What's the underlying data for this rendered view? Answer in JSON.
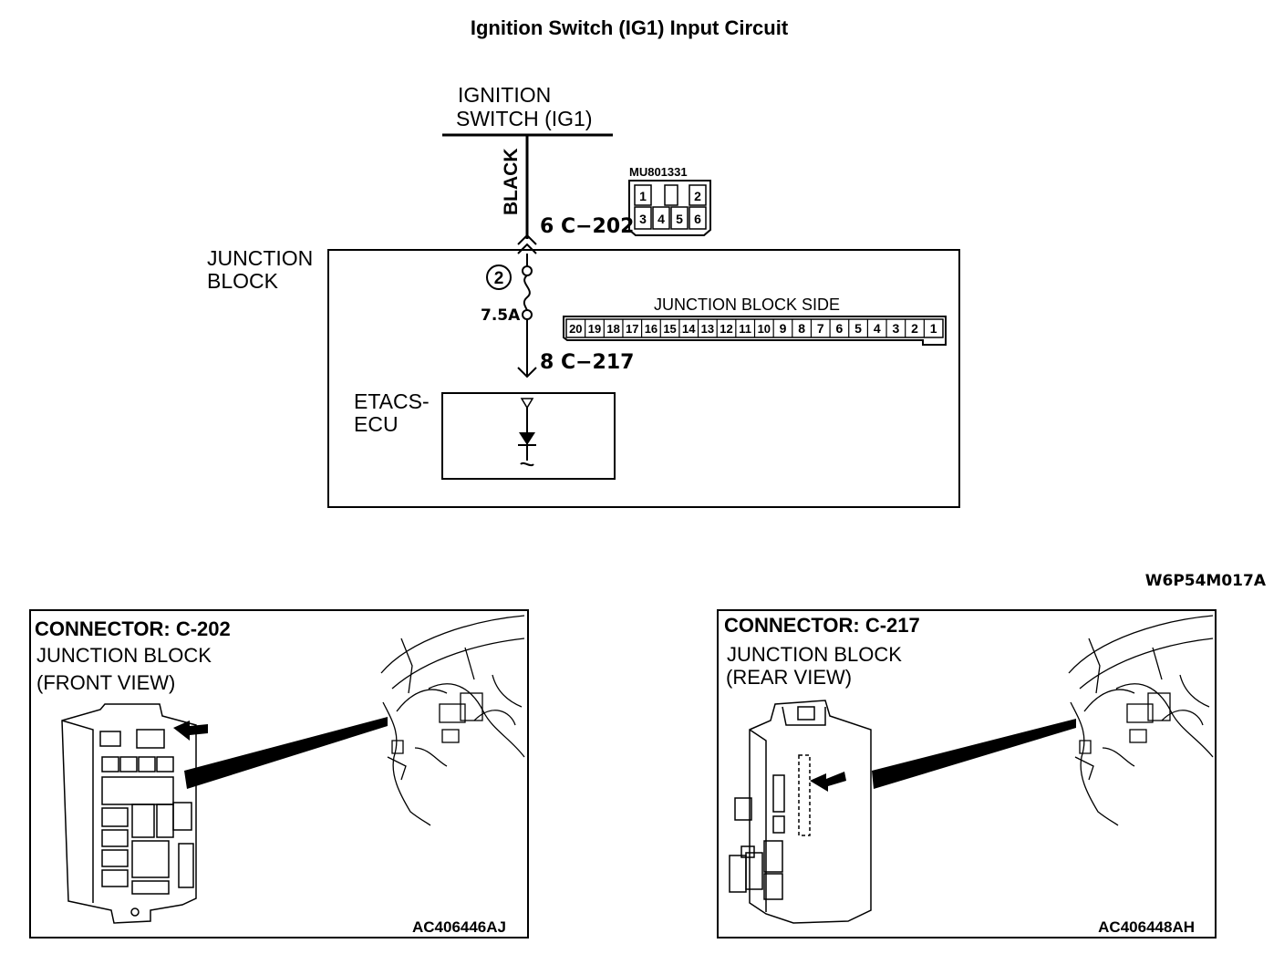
{
  "title": "Ignition Switch (IG1) Input Circuit",
  "ignition_switch": {
    "line1": "IGNITION",
    "line2": "SWITCH (IG1)"
  },
  "wire_color": "BLACK",
  "connector_part_no": "MU801331",
  "connector_pins": [
    "1",
    "2",
    "3",
    "4",
    "5",
    "6"
  ],
  "c202_label": "6  C−202",
  "junction_block": {
    "line1": "JUNCTION",
    "line2": "BLOCK"
  },
  "fuse": {
    "number": "2",
    "rating": "7.5A"
  },
  "jb_side": {
    "label": "JUNCTION BLOCK SIDE",
    "pins": [
      "20",
      "19",
      "18",
      "17",
      "16",
      "15",
      "14",
      "13",
      "12",
      "11",
      "10",
      "9",
      "8",
      "7",
      "6",
      "5",
      "4",
      "3",
      "2",
      "1"
    ]
  },
  "c217_label": "8  C−217",
  "etacs": {
    "line1": "ETACS-",
    "line2": "ECU"
  },
  "diagram_code": "W6P54M017A",
  "panels": [
    {
      "title": "CONNECTOR: C-202",
      "line1": "JUNCTION BLOCK",
      "line2": "(FRONT VIEW)",
      "code": "AC406446AJ"
    },
    {
      "title": "CONNECTOR: C-217",
      "line1": "JUNCTION BLOCK",
      "line2": "(REAR VIEW)",
      "code": "AC406448AH"
    }
  ]
}
